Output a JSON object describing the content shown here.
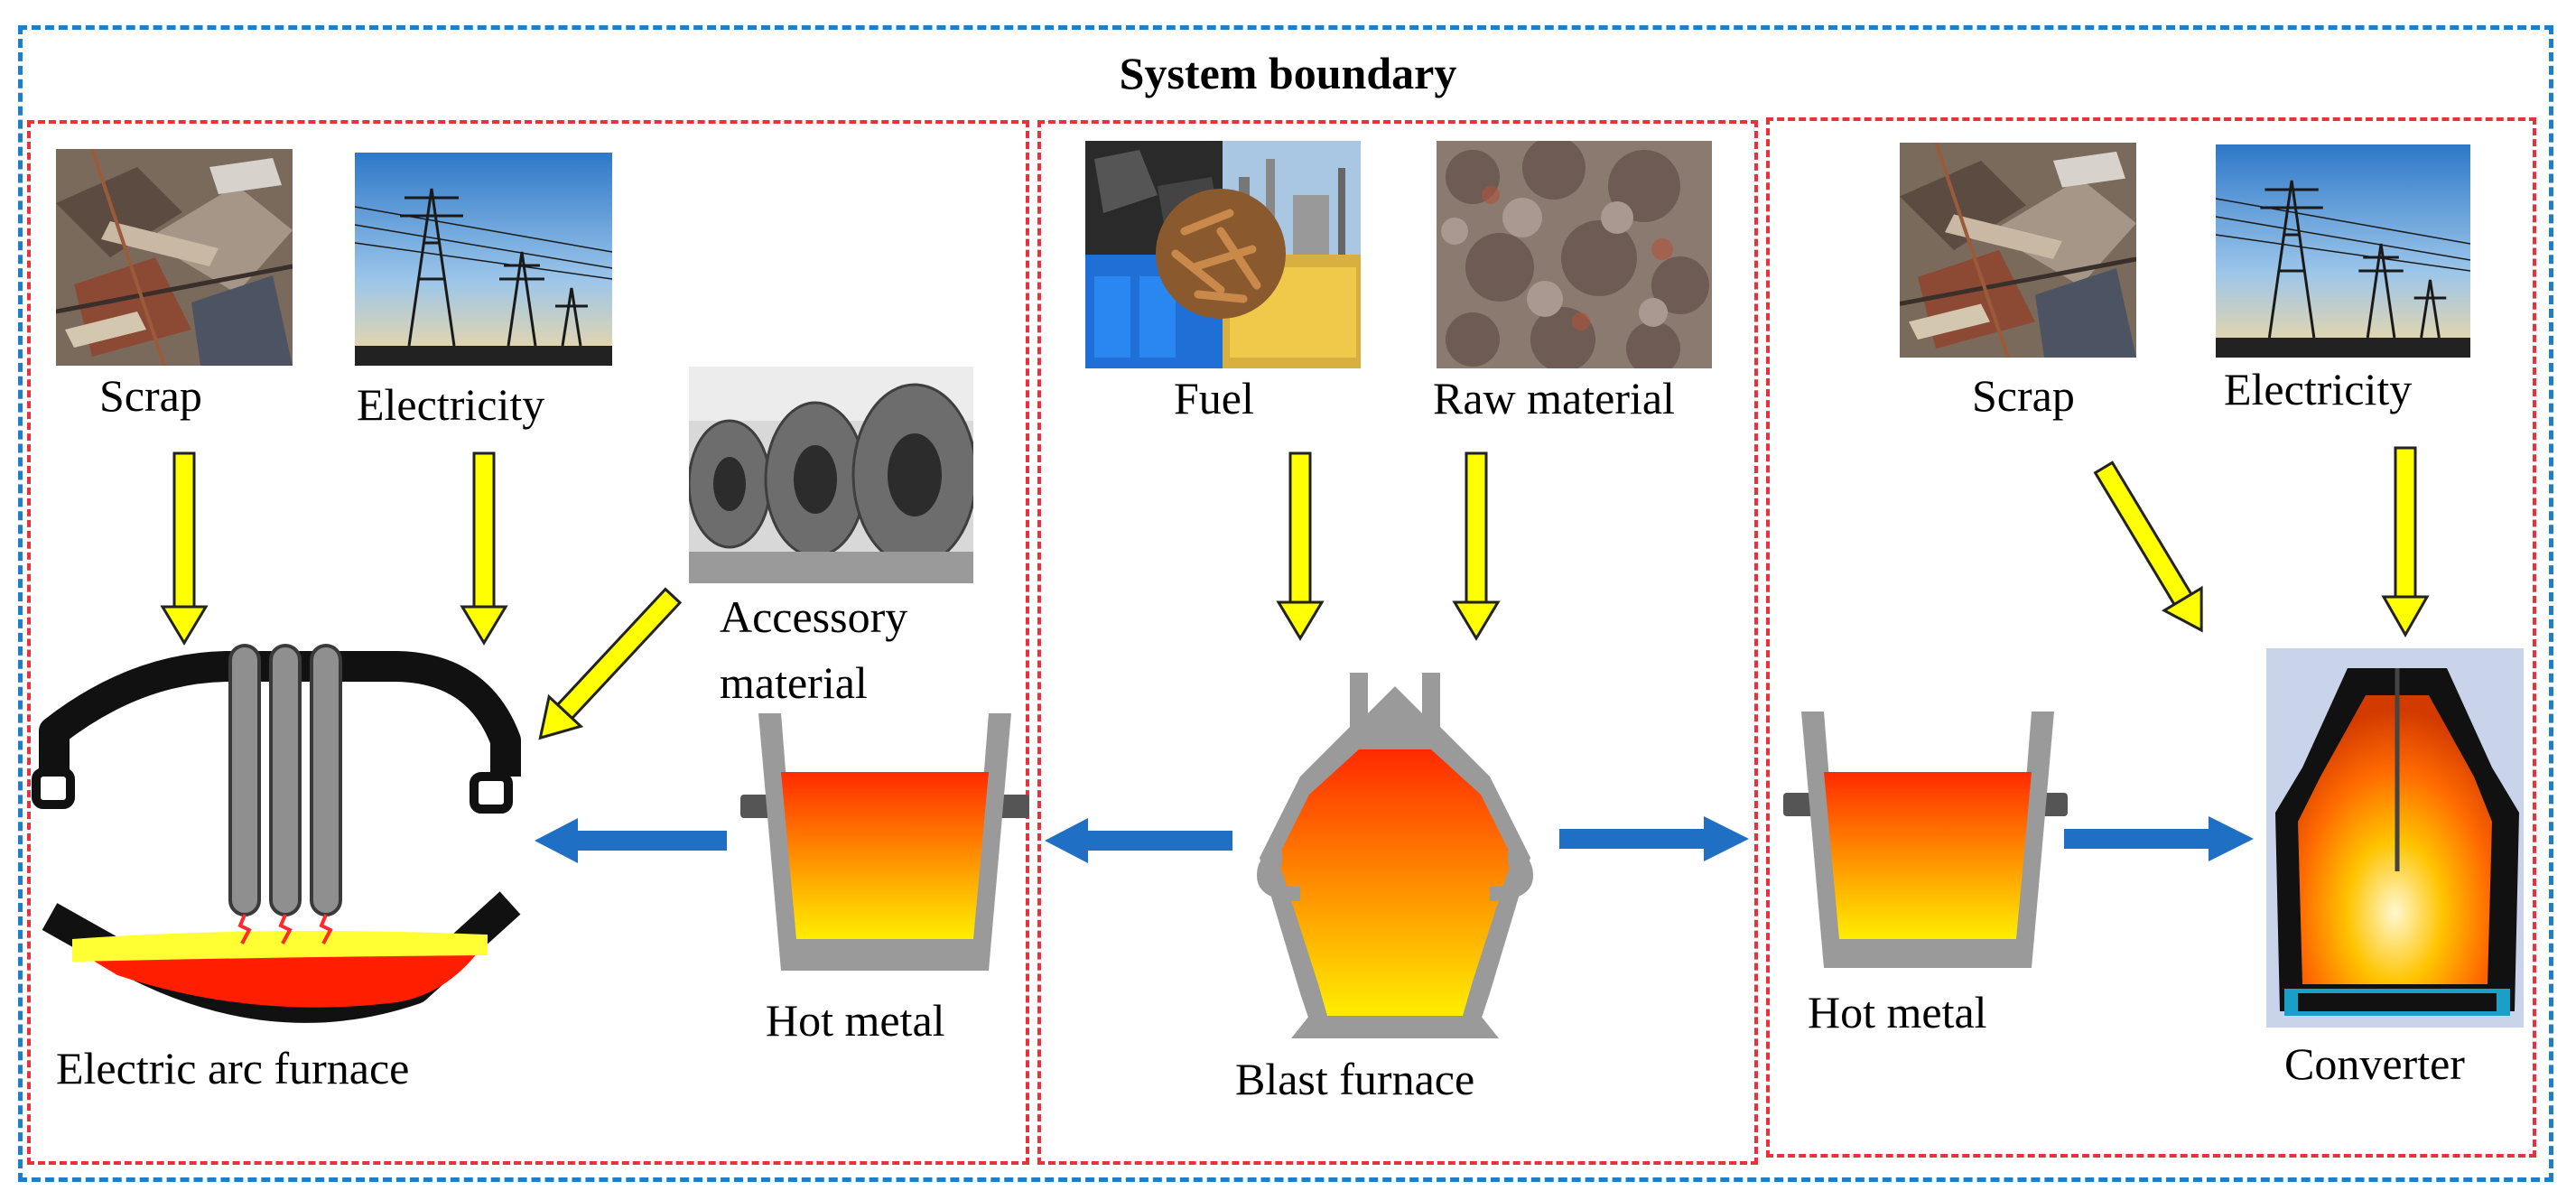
{
  "title": "System boundary",
  "sections": {
    "eaf": {
      "scrap": "Scrap",
      "electricity": "Electricity",
      "accessory_line1": "Accessory",
      "accessory_line2": "material",
      "hot_metal": "Hot metal",
      "furnace": "Electric arc furnace"
    },
    "bf": {
      "fuel": "Fuel",
      "raw_material": "Raw material",
      "furnace": "Blast furnace"
    },
    "bof": {
      "scrap": "Scrap",
      "electricity": "Electricity",
      "hot_metal": "Hot metal",
      "converter": "Converter"
    }
  },
  "colors": {
    "boundary": "#1f7ec8",
    "section_border": "#e8313a",
    "input_arrow": "#ffff00",
    "flow_arrow": "#1f6fc4",
    "molten": "#ff3b00"
  },
  "icons": [
    "scrap-photo",
    "power-tower-photo",
    "graphite-electrode-photo",
    "fuel-collage-photo",
    "iron-ore-photo",
    "ladle-icon",
    "blast-furnace-icon",
    "eaf-icon",
    "converter-icon"
  ]
}
